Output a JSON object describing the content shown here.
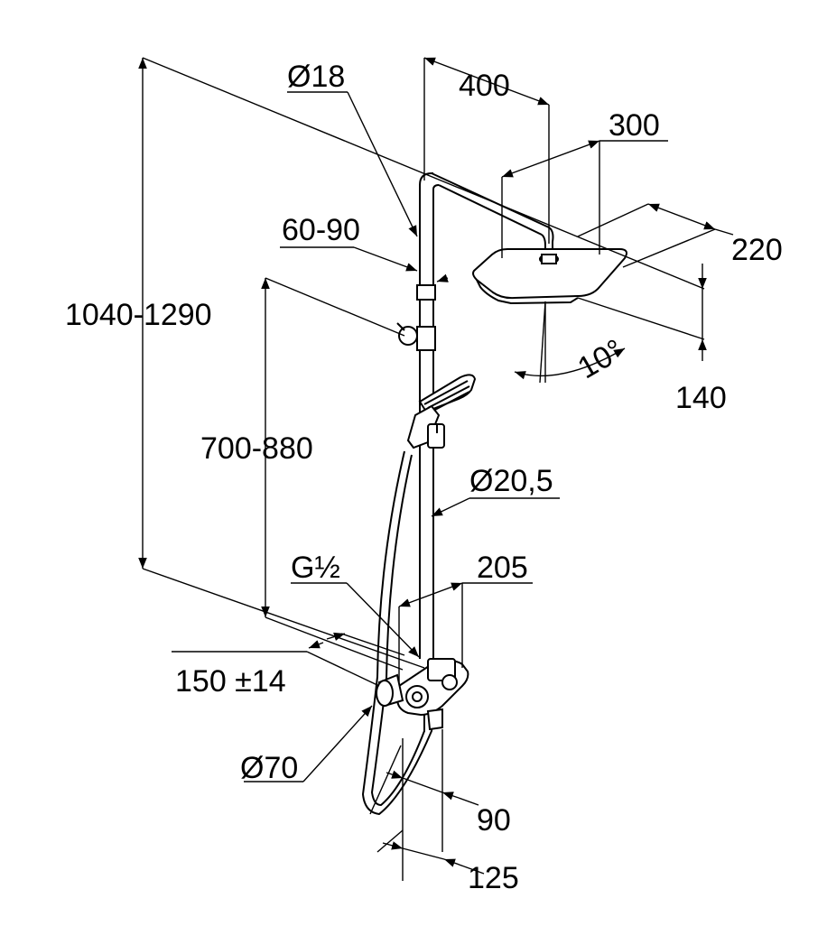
{
  "labels": {
    "d18": "Ø18",
    "d400": "400",
    "d300": "300",
    "d60_90": "60-90",
    "d220": "220",
    "d1040_1290": "1040-1290",
    "d10deg": "10°",
    "d140": "140",
    "d700_880": "700-880",
    "d20_5": "Ø20,5",
    "g_half": "G½",
    "d205": "205",
    "d150": "150 ±14",
    "d70": "Ø70",
    "d90": "90",
    "d125": "125"
  },
  "colors": {
    "line": "#000000",
    "background": "#ffffff"
  }
}
